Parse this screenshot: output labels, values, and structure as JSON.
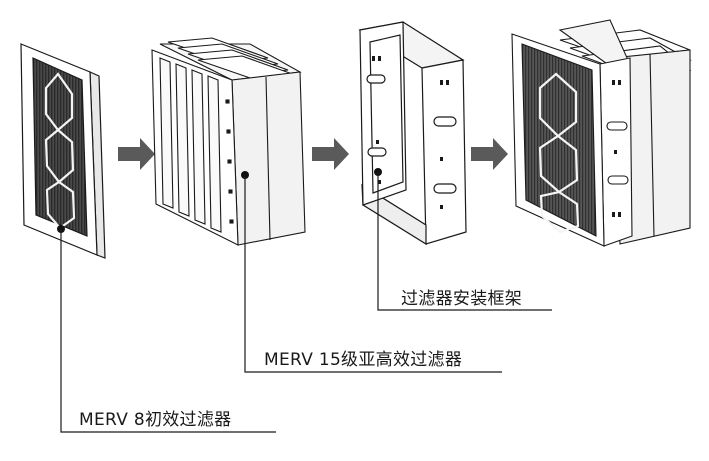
{
  "colors": {
    "line": "#1a1a1a",
    "arrow": "#5a5a5a",
    "mesh_dark": "#3a3a3a",
    "mesh_light": "#6a6a6a",
    "frame_fill": "#ffffff",
    "panel_shade": "#f1f1f1"
  },
  "components": [
    {
      "id": "prefilter",
      "label": "MERV 8初效过滤器"
    },
    {
      "id": "bag-filter",
      "label": "MERV 15级亚高效过滤器"
    },
    {
      "id": "mount-frame",
      "label": "过滤器安装框架"
    }
  ],
  "icons": {
    "arrow": "right-arrow-icon",
    "dot": "callout-dot-icon"
  }
}
